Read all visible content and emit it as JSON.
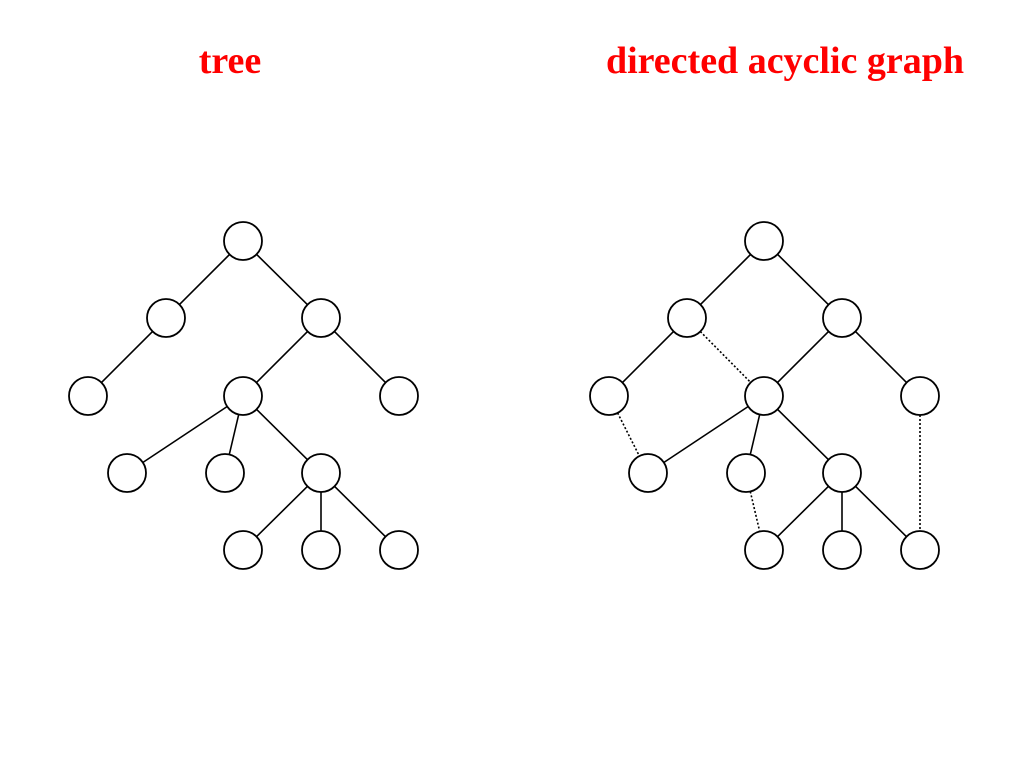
{
  "colors": {
    "title": "#ff0000",
    "edge": "#000000",
    "node_fill": "#ffffff",
    "node_stroke": "#000000"
  },
  "diagrams": {
    "tree": {
      "title": "tree",
      "nodes": [
        "A",
        "B",
        "C",
        "D",
        "E",
        "F",
        "G",
        "H",
        "I",
        "J",
        "K",
        "L"
      ],
      "edges": [
        {
          "from": "A",
          "to": "B",
          "style": "solid"
        },
        {
          "from": "A",
          "to": "C",
          "style": "solid"
        },
        {
          "from": "B",
          "to": "D",
          "style": "solid"
        },
        {
          "from": "C",
          "to": "E",
          "style": "solid"
        },
        {
          "from": "C",
          "to": "F",
          "style": "solid"
        },
        {
          "from": "E",
          "to": "G",
          "style": "solid"
        },
        {
          "from": "E",
          "to": "H",
          "style": "solid"
        },
        {
          "from": "E",
          "to": "I",
          "style": "solid"
        },
        {
          "from": "I",
          "to": "J",
          "style": "solid"
        },
        {
          "from": "I",
          "to": "K",
          "style": "solid"
        },
        {
          "from": "I",
          "to": "L",
          "style": "solid"
        }
      ]
    },
    "dag": {
      "title": "directed acyclic graph",
      "nodes": [
        "A",
        "B",
        "C",
        "D",
        "E",
        "F",
        "G",
        "H",
        "I",
        "J",
        "K",
        "L"
      ],
      "edges": [
        {
          "from": "A",
          "to": "B",
          "style": "solid"
        },
        {
          "from": "A",
          "to": "C",
          "style": "solid"
        },
        {
          "from": "B",
          "to": "D",
          "style": "solid"
        },
        {
          "from": "C",
          "to": "E",
          "style": "solid"
        },
        {
          "from": "C",
          "to": "F",
          "style": "solid"
        },
        {
          "from": "E",
          "to": "G",
          "style": "solid"
        },
        {
          "from": "E",
          "to": "H",
          "style": "solid"
        },
        {
          "from": "E",
          "to": "I",
          "style": "solid"
        },
        {
          "from": "I",
          "to": "J",
          "style": "solid"
        },
        {
          "from": "I",
          "to": "K",
          "style": "solid"
        },
        {
          "from": "I",
          "to": "L",
          "style": "solid"
        },
        {
          "from": "B",
          "to": "E",
          "style": "dotted"
        },
        {
          "from": "D",
          "to": "G",
          "style": "dotted"
        },
        {
          "from": "H",
          "to": "J",
          "style": "dotted"
        },
        {
          "from": "F",
          "to": "L",
          "style": "dotted"
        }
      ]
    }
  }
}
